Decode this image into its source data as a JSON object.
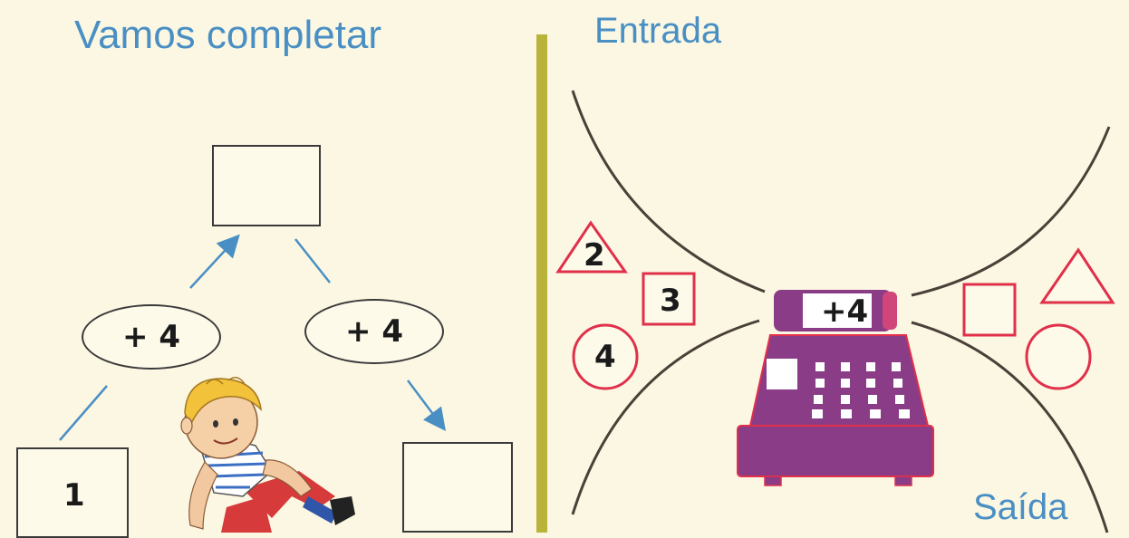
{
  "left": {
    "title": "Vamos completar",
    "operator_left": "+ 4",
    "operator_right": "+ 4",
    "start_value": "1"
  },
  "right": {
    "entrada": "Entrada",
    "saida": "Saída",
    "machine_label": "+4",
    "inputs": {
      "triangle": "2",
      "square": "3",
      "circle": "4"
    }
  },
  "colors": {
    "title_blue": "#4a8fc4",
    "machine_purple": "#8a3c86",
    "shape_red": "#e0304a",
    "divider": "#b8b43a",
    "background": "#fbf7e2"
  }
}
